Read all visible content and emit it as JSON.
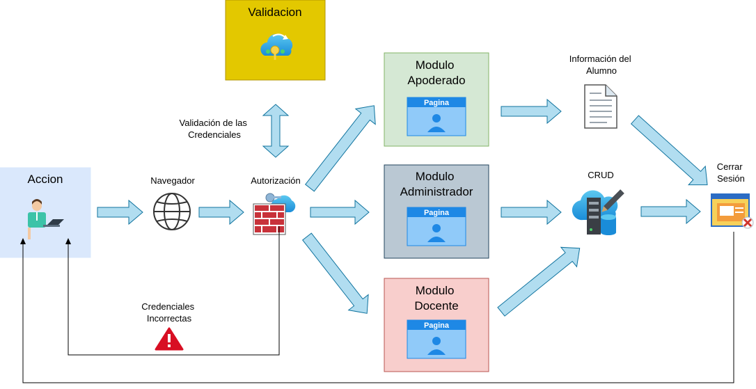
{
  "validacion": {
    "title": "Validacion",
    "fill": "#e3c800"
  },
  "validacion_credenciales": [
    "Validación de las",
    "Credenciales"
  ],
  "accion": {
    "title": "Accion",
    "fill": "#dae8fc"
  },
  "navegador": "Navegador",
  "autorizacion": "Autorización",
  "credenciales_incorrectas": [
    "Credenciales",
    "Incorrectas"
  ],
  "modulos": {
    "apoderado": {
      "title": [
        "Modulo",
        "Apoderado"
      ],
      "fill": "#d5e8d4",
      "stroke": "#82b366"
    },
    "administrador": {
      "title": [
        "Modulo",
        "Administrador"
      ],
      "fill": "#bac8d3",
      "stroke": "#23445d"
    },
    "docente": {
      "title": [
        "Modulo",
        "Docente"
      ],
      "fill": "#f8cecc",
      "stroke": "#b85450"
    }
  },
  "pagina_label": "Pagina",
  "informacion": [
    "Información del",
    "Alumno"
  ],
  "crud": "CRUD",
  "cerrar_sesion": [
    "Cerrar",
    "Sesión"
  ],
  "colors": {
    "arrow_fill": "#b1ddf0",
    "arrow_stroke": "#10739e",
    "page_header": "#1e88e5",
    "page_body": "#90caf9"
  }
}
